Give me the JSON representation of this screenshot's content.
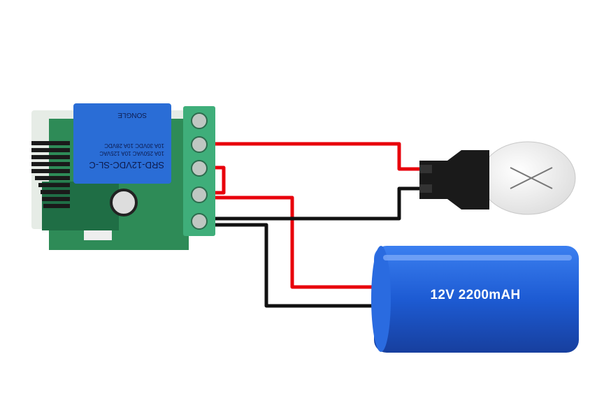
{
  "diagram": {
    "title": "Wireless relay module wiring: 12V battery and bulb",
    "relay": {
      "model": "SRD-12VDC-SL-C",
      "ratings": [
        "10A 250VAC  10A 125VAC",
        "10A 30VDC  10A 28VDC"
      ],
      "brand": "SONGLE"
    },
    "battery": {
      "label": "12V 2200mAH"
    },
    "colors": {
      "positive_wire": "#e8000b",
      "negative_wire": "#111111",
      "battery": "#1f5fd6",
      "pcb": "#2e8b57",
      "terminal": "#3fae7a",
      "relay": "#2a6dd6"
    }
  }
}
